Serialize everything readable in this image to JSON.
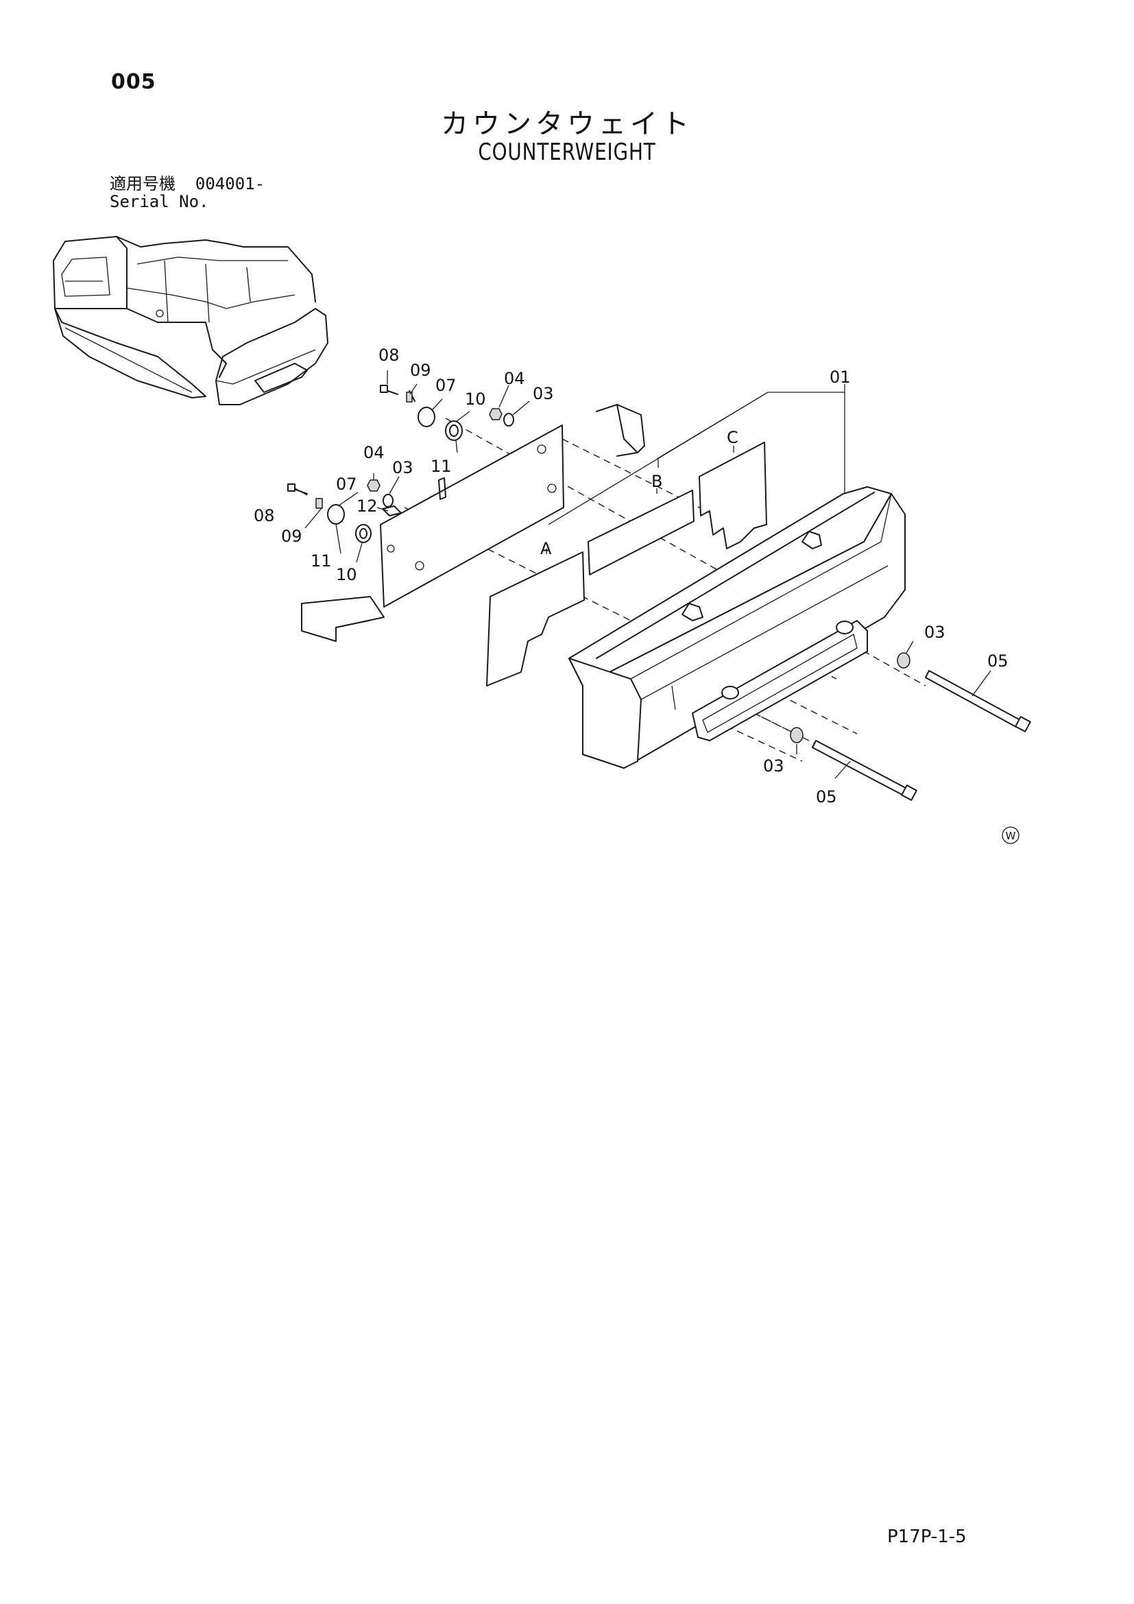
{
  "header": {
    "page_number": "005",
    "title_jp": "カウンタウェイト",
    "title_en": "COUNTERWEIGHT",
    "serial_label_jp": "適用号機",
    "serial_value": "004001-",
    "serial_label_en": "Serial No."
  },
  "callouts": {
    "c01": "01",
    "c03a": "03",
    "c03b": "03",
    "c03c": "03",
    "c03d": "03",
    "c04a": "04",
    "c04b": "04",
    "c05a": "05",
    "c05b": "05",
    "c07a": "07",
    "c07b": "07",
    "c08a": "08",
    "c08b": "08",
    "c09a": "09",
    "c09b": "09",
    "c10a": "10",
    "c10b": "10",
    "c11a": "11",
    "c11b": "11",
    "c12": "12",
    "pA": "A",
    "pB": "B",
    "pC": "C"
  },
  "marks": {
    "w_symbol": "W"
  },
  "footer": {
    "code": "P17P-1-5"
  }
}
